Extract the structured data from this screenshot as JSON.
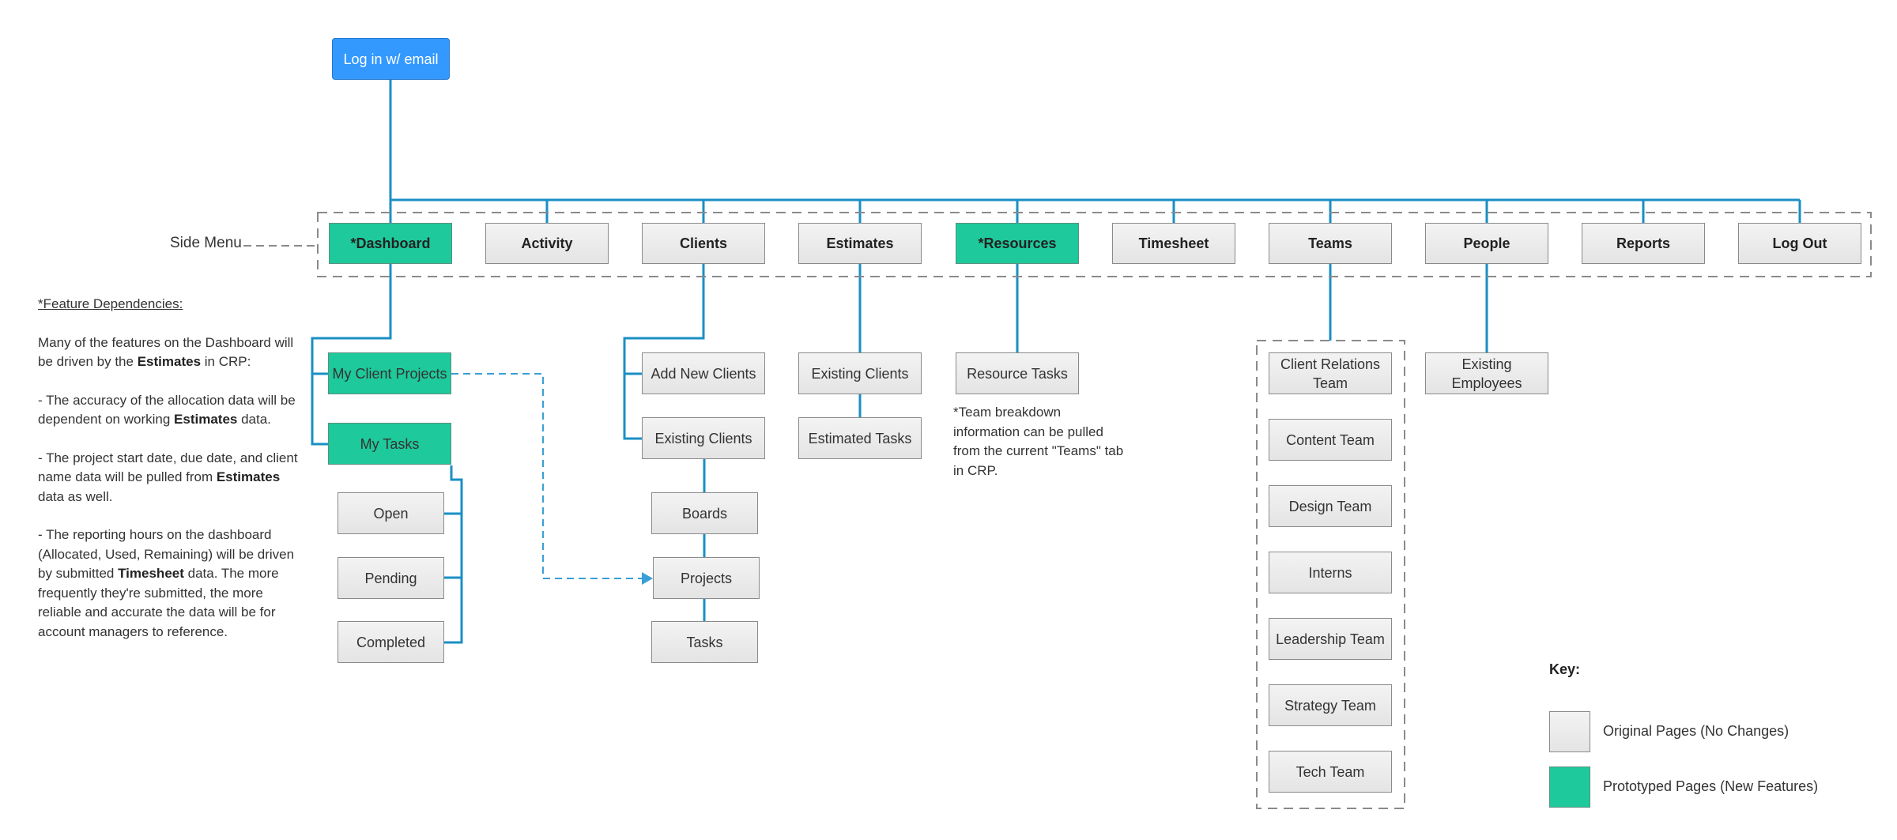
{
  "login": {
    "label": "Log in w/ email"
  },
  "side_menu_label": "Side Menu",
  "menu": [
    {
      "label": "*Dashboard",
      "prototyped": true
    },
    {
      "label": "Activity",
      "prototyped": false
    },
    {
      "label": "Clients",
      "prototyped": false
    },
    {
      "label": "Estimates",
      "prototyped": false
    },
    {
      "label": "*Resources",
      "prototyped": true
    },
    {
      "label": "Timesheet",
      "prototyped": false
    },
    {
      "label": "Teams",
      "prototyped": false
    },
    {
      "label": "People",
      "prototyped": false
    },
    {
      "label": "Reports",
      "prototyped": false
    },
    {
      "label": "Log Out",
      "prototyped": false
    }
  ],
  "dashboard": {
    "my_client_projects": "My Client Projects",
    "my_tasks": "My Tasks",
    "task_states": [
      "Open",
      "Pending",
      "Completed"
    ]
  },
  "clients": {
    "add_new": "Add New Clients",
    "existing": "Existing Clients",
    "sub": [
      "Boards",
      "Projects",
      "Tasks"
    ]
  },
  "estimates": {
    "existing_clients": "Existing Clients",
    "estimated_tasks": "Estimated Tasks"
  },
  "resources": {
    "resource_tasks": "Resource Tasks",
    "note": "*Team breakdown information can be pulled from the current \"Teams\" tab in CRP."
  },
  "teams": [
    "Client Relations Team",
    "Content Team",
    "Design Team",
    "Interns",
    "Leadership Team",
    "Strategy Team",
    "Tech Team"
  ],
  "people": {
    "existing": "Existing Employees"
  },
  "feature_dependencies": {
    "heading": "*Feature Dependencies:",
    "p1_pre": "Many of the features on the Dashboard will be driven by the ",
    "p1_bold": "Estimates",
    "p1_post": " in CRP:",
    "p2_pre": "- The accuracy of the allocation data will be dependent on working ",
    "p2_bold": "Estimates",
    "p2_post": " data.",
    "p3_pre": "- The project start date, due date, and client name data will be pulled from ",
    "p3_bold": "Estimates",
    "p3_post": " data as well.",
    "p4_pre": "- The reporting hours on the dashboard (Allocated, Used, Remaining) will be driven by submitted ",
    "p4_bold": "Timesheet",
    "p4_post": " data. The more frequently they're submitted, the more reliable and accurate the data will be for account managers to reference."
  },
  "key": {
    "title": "Key:",
    "original": "Original Pages (No Changes)",
    "prototyped": "Prototyped Pages (New Features)"
  },
  "colors": {
    "prototyped": "#1ec99b",
    "original": "#e9e9e9",
    "login": "#3399ff",
    "connector": "#1a8fc4"
  }
}
